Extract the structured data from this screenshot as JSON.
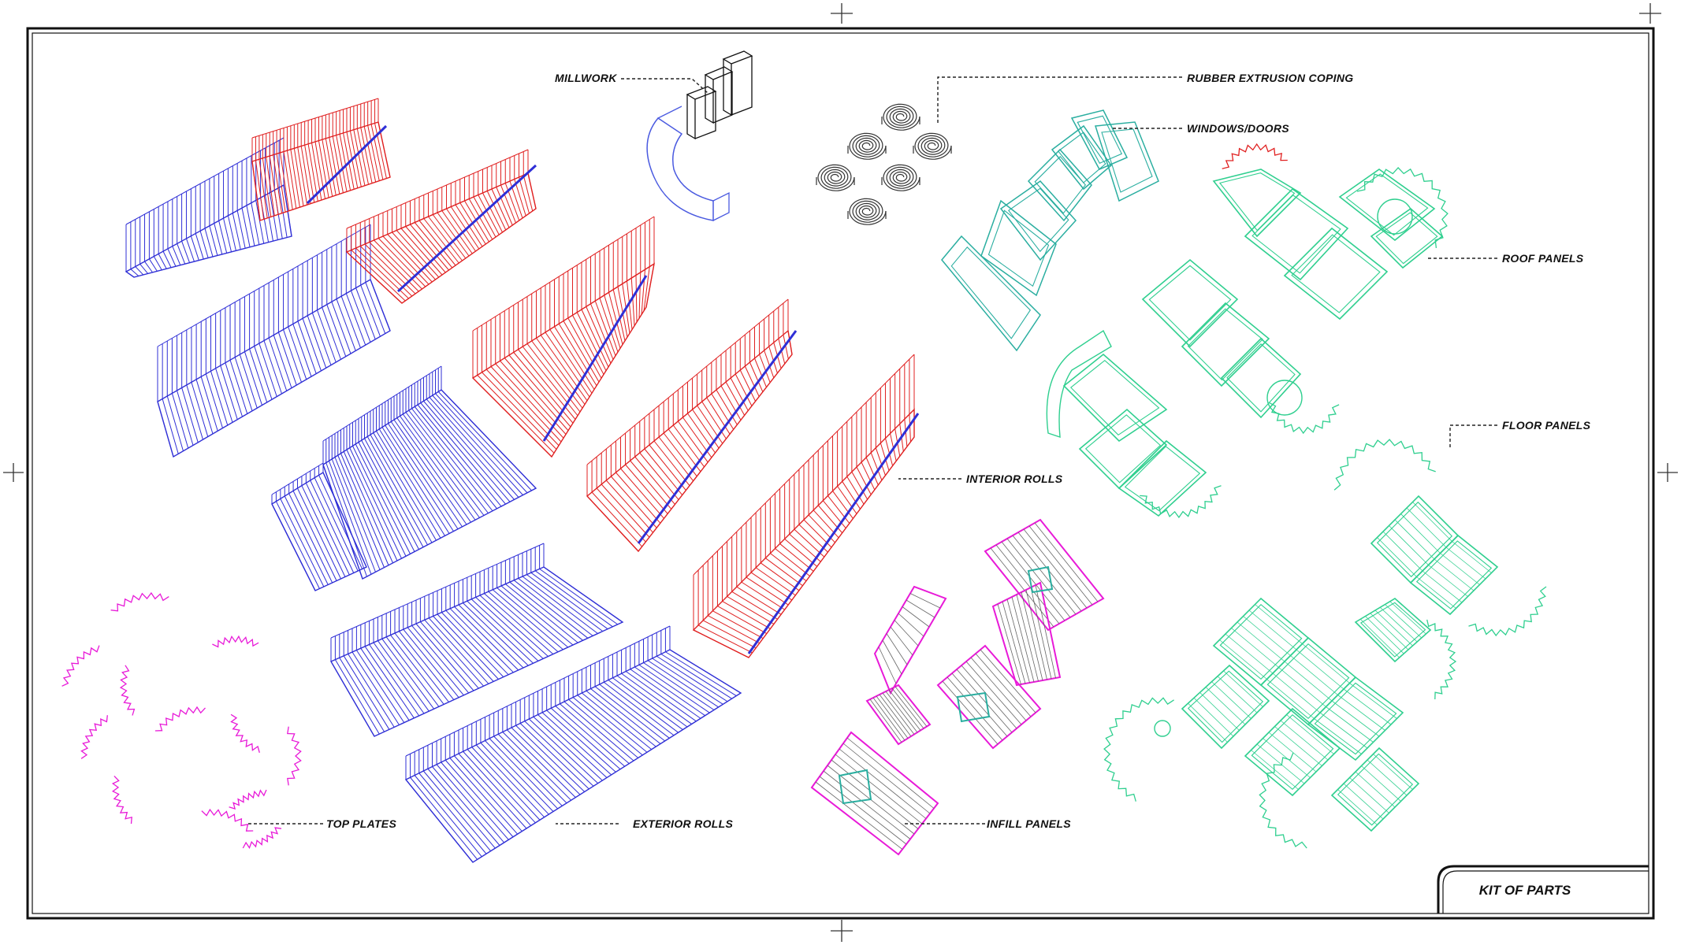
{
  "sheet": {
    "title": "KIT OF PARTS"
  },
  "labels": {
    "millwork": "MILLWORK",
    "rubber_coping": "RUBBER EXTRUSION COPING",
    "windows_doors": "WINDOWS/DOORS",
    "roof_panels": "ROOF PANELS",
    "floor_panels": "FLOOR PANELS",
    "interior_rolls": "INTERIOR ROLLS",
    "exterior_rolls": "EXTERIOR ROLLS",
    "top_plates": "TOP PLATES",
    "infill_panels": "INFILL PANELS"
  },
  "colors": {
    "exterior_rolls": "#2f2fd6",
    "interior_rolls": "#e02020",
    "top_plates": "#e81ad8",
    "infill_panels": "#e81ad8",
    "panels_green": "#2fcf8f",
    "windows_teal": "#2aaea0",
    "millwork": "#4a5ae0",
    "coping": "#333333",
    "frame": "#111111"
  }
}
